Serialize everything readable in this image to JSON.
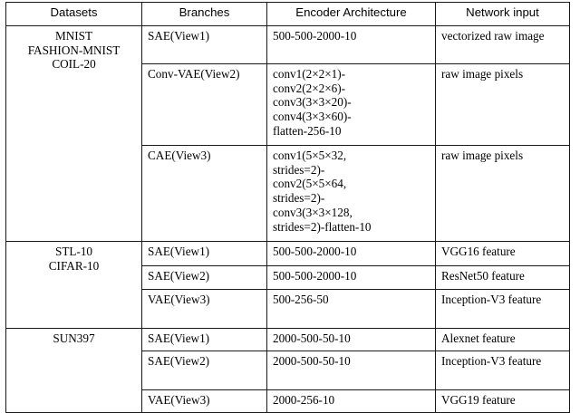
{
  "table": {
    "title": "Datasets / Branches / Encoder Architecture / Network input specification table",
    "columns": [
      {
        "key": "datasets",
        "label": "Datasets"
      },
      {
        "key": "branches",
        "label": "Branches"
      },
      {
        "key": "encoder",
        "label": "Encoder Architecture"
      },
      {
        "key": "input",
        "label": "Network input"
      }
    ],
    "groups": [
      {
        "dataset": "MNIST\nFASHION-MNIST\nCOIL-20",
        "dataset_lines": [
          "MNIST",
          "FASHION-MNIST",
          "COIL-20"
        ],
        "rows": [
          {
            "branch": "SAE(View1)",
            "encoder": "500-500-2000-10",
            "input": "vectorized raw im­age"
          },
          {
            "branch": "Conv-VAE(View2)",
            "encoder": "conv1(2×2×1)-\nconv2(2×2×6)-\nconv3(3×3×20)-\nconv4(3×3×60)-\nflatten-256-10",
            "input": "raw image pixels"
          },
          {
            "branch": "CAE(View3)",
            "encoder": "conv1(5×5×32,\nstrides=2)-\nconv2(5×5×64,\nstrides=2)-\nconv3(3×3×128,\nstrides=2)-flatten-10",
            "input": "raw image pixels"
          }
        ]
      },
      {
        "dataset": "STL-10\nCIFAR-10",
        "dataset_lines": [
          "STL-10",
          "CIFAR-10"
        ],
        "rows": [
          {
            "branch": "SAE(View1)",
            "encoder": "500-500-2000-10",
            "input": "VGG16 feature"
          },
          {
            "branch": "SAE(View2)",
            "encoder": "500-500-2000-10",
            "input": "ResNet50 feature"
          },
          {
            "branch": "VAE(View3)",
            "encoder": "500-256-50",
            "input": "Inception-V3 fea­ture"
          }
        ]
      },
      {
        "dataset": "SUN397",
        "dataset_lines": [
          "SUN397"
        ],
        "rows": [
          {
            "branch": "SAE(View1)",
            "encoder": "2000-500-50-10",
            "input": "Alexnet feature"
          },
          {
            "branch": "SAE(View2)",
            "encoder": "2000-500-50-10",
            "input": "Inception-V3 fea­ture"
          },
          {
            "branch": "VAE(View3)",
            "encoder": "2000-256-10",
            "input": "VGG19 feature"
          }
        ]
      }
    ]
  },
  "style": {
    "border_color": "#1a1a1a",
    "text_color": "#000000",
    "background": "#ffffff"
  }
}
